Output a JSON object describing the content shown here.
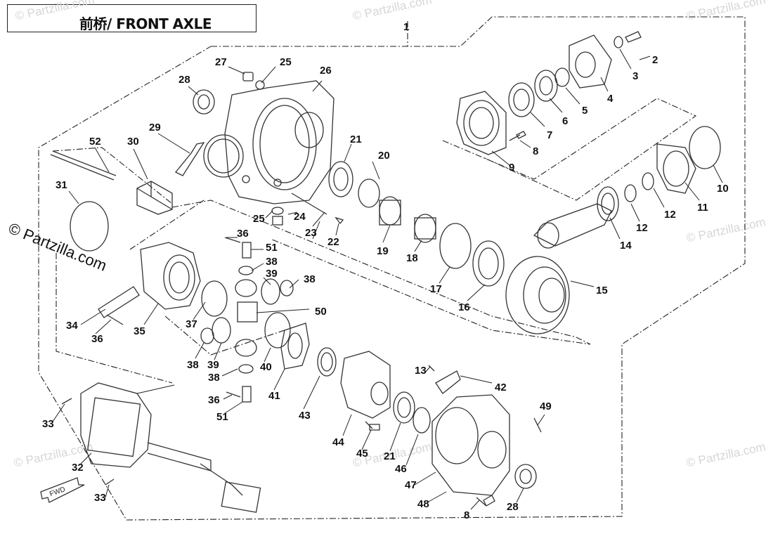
{
  "title": "前桥/ FRONT AXLE",
  "watermark": "© Partzilla.com",
  "fwd_label": "FWD",
  "colors": {
    "line": "#222222",
    "part": "#333333",
    "watermark": "#d6d6d6"
  },
  "callouts": [
    "1",
    "2",
    "3",
    "4",
    "5",
    "6",
    "7",
    "8",
    "9",
    "10",
    "11",
    "12",
    "13",
    "14",
    "15",
    "16",
    "17",
    "18",
    "19",
    "20",
    "21",
    "22",
    "23",
    "24",
    "25",
    "26",
    "27",
    "28",
    "29",
    "30",
    "31",
    "32",
    "33",
    "34",
    "35",
    "36",
    "37",
    "38",
    "39",
    "40",
    "41",
    "42",
    "43",
    "44",
    "45",
    "46",
    "47",
    "48",
    "49",
    "50",
    "51",
    "52"
  ],
  "labels": [
    {
      "id": "1",
      "text": "1"
    },
    {
      "id": "2",
      "text": "2"
    },
    {
      "id": "3",
      "text": "3"
    },
    {
      "id": "4",
      "text": "4"
    },
    {
      "id": "5",
      "text": "5"
    },
    {
      "id": "6",
      "text": "6"
    },
    {
      "id": "7",
      "text": "7"
    },
    {
      "id": "8a",
      "text": "8"
    },
    {
      "id": "9",
      "text": "9"
    },
    {
      "id": "10",
      "text": "10"
    },
    {
      "id": "11",
      "text": "11"
    },
    {
      "id": "12a",
      "text": "12"
    },
    {
      "id": "12b",
      "text": "12"
    },
    {
      "id": "14",
      "text": "14"
    },
    {
      "id": "15",
      "text": "15"
    },
    {
      "id": "16",
      "text": "16"
    },
    {
      "id": "17",
      "text": "17"
    },
    {
      "id": "18",
      "text": "18"
    },
    {
      "id": "19",
      "text": "19"
    },
    {
      "id": "20",
      "text": "20"
    },
    {
      "id": "21a",
      "text": "21"
    },
    {
      "id": "22",
      "text": "22"
    },
    {
      "id": "23",
      "text": "23"
    },
    {
      "id": "24",
      "text": "24"
    },
    {
      "id": "25a",
      "text": "25"
    },
    {
      "id": "25b",
      "text": "25"
    },
    {
      "id": "26",
      "text": "26"
    },
    {
      "id": "27",
      "text": "27"
    },
    {
      "id": "28a",
      "text": "28"
    },
    {
      "id": "29",
      "text": "29"
    },
    {
      "id": "30",
      "text": "30"
    },
    {
      "id": "31",
      "text": "31"
    },
    {
      "id": "52",
      "text": "52"
    },
    {
      "id": "36a",
      "text": "36"
    },
    {
      "id": "51a",
      "text": "51"
    },
    {
      "id": "38a",
      "text": "38"
    },
    {
      "id": "39a",
      "text": "39"
    },
    {
      "id": "38b",
      "text": "38"
    },
    {
      "id": "50",
      "text": "50"
    },
    {
      "id": "34",
      "text": "34"
    },
    {
      "id": "36b",
      "text": "36"
    },
    {
      "id": "35",
      "text": "35"
    },
    {
      "id": "37",
      "text": "37"
    },
    {
      "id": "38c",
      "text": "38"
    },
    {
      "id": "39b",
      "text": "39"
    },
    {
      "id": "40",
      "text": "40"
    },
    {
      "id": "38d",
      "text": "38"
    },
    {
      "id": "41",
      "text": "41"
    },
    {
      "id": "36c",
      "text": "36"
    },
    {
      "id": "51b",
      "text": "51"
    },
    {
      "id": "43",
      "text": "43"
    },
    {
      "id": "13",
      "text": "13"
    },
    {
      "id": "42",
      "text": "42"
    },
    {
      "id": "44",
      "text": "44"
    },
    {
      "id": "45",
      "text": "45"
    },
    {
      "id": "21b",
      "text": "21"
    },
    {
      "id": "46",
      "text": "46"
    },
    {
      "id": "47",
      "text": "47"
    },
    {
      "id": "48",
      "text": "48"
    },
    {
      "id": "49",
      "text": "49"
    },
    {
      "id": "8b",
      "text": "8"
    },
    {
      "id": "28b",
      "text": "28"
    },
    {
      "id": "33a",
      "text": "33"
    },
    {
      "id": "32",
      "text": "32"
    },
    {
      "id": "33b",
      "text": "33"
    }
  ]
}
